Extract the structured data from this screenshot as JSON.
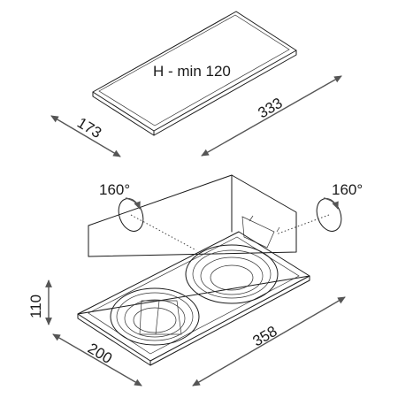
{
  "cutout": {
    "label": "H - min 120"
  },
  "dimensions": {
    "cutout_width": "333",
    "cutout_depth": "173",
    "fixture_height": "110",
    "fixture_depth": "200",
    "fixture_width": "358"
  },
  "rotation": {
    "left": "160°",
    "right": "160°"
  }
}
